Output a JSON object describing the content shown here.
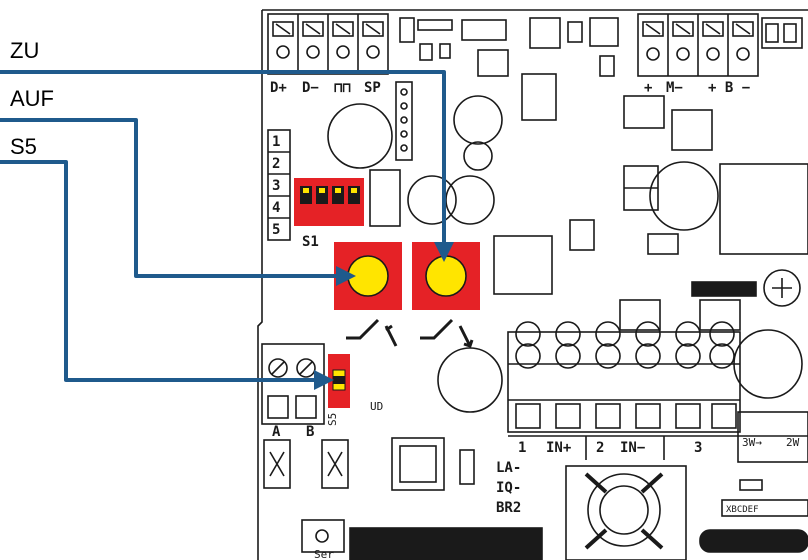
{
  "wire_labels": [
    {
      "id": "zu",
      "text": "ZU"
    },
    {
      "id": "auf",
      "text": "AUF"
    },
    {
      "id": "s5",
      "text": "S5"
    }
  ],
  "board_labels": {
    "d_plus": "D+",
    "d_minus": "D−",
    "pulse": "⊓⊓",
    "sp": "SP",
    "plus": "+",
    "m_minus": "M−",
    "b_plus": "+ B −",
    "s1": "S1",
    "s5": "S5",
    "dip_numbers": [
      "1",
      "2",
      "3",
      "4",
      "5"
    ],
    "a": "A",
    "b": "B",
    "ud": "UD",
    "in1": "1",
    "in1_plus": "IN+",
    "in2": "2",
    "in2_minus": "IN−",
    "in3": "3",
    "la": "LA-",
    "iq": "IQ-",
    "br2": "BR2",
    "three_w": "3W→",
    "two_w": "2W",
    "ser": "Ser",
    "jumper_letters": "XBCDEF"
  },
  "colors": {
    "wire": "#1f5a8c",
    "button_red": "#e52226",
    "button_yellow": "#ffe500",
    "board_line": "#1a1a1a",
    "board_bg": "#ffffff"
  }
}
